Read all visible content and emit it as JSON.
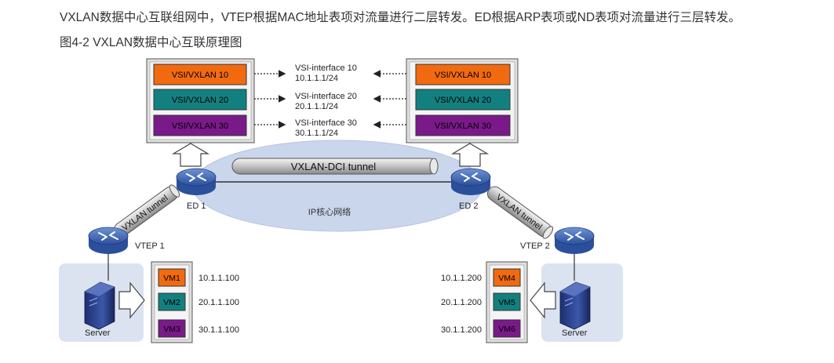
{
  "paragraph": "VXLAN数据中心互联组网中，VTEP根据MAC地址表项对流量进行二层转发。ED根据ARP表项或ND表项对流量进行三层转发。",
  "caption": "图4-2 VXLAN数据中心互联原理图",
  "colors": {
    "vxlan10": "#f26a10",
    "vxlan20": "#138080",
    "vxlan30": "#7a1a8a",
    "cloud": "#c9d6ec",
    "device": "#3a63b8",
    "server_bg": "#dbe3f1"
  },
  "left_vsi": [
    "VSI/VXLAN 10",
    "VSI/VXLAN 20",
    "VSI/VXLAN 30"
  ],
  "right_vsi": [
    "VSI/VXLAN 10",
    "VSI/VXLAN 20",
    "VSI/VXLAN 30"
  ],
  "interfaces": [
    {
      "name": "VSI-interface 10",
      "ip": "10.1.1.1/24"
    },
    {
      "name": "VSI-interface 20",
      "ip": "20.1.1.1/24"
    },
    {
      "name": "VSI-interface 30",
      "ip": "30.1.1.1/24"
    }
  ],
  "dci_tunnel": "VXLAN-DCI tunnel",
  "core_label": "IP核心网络",
  "ed1": "ED 1",
  "ed2": "ED 2",
  "vtep1": "VTEP 1",
  "vtep2": "VTEP 2",
  "left_tunnel": "VXLAN tunnel",
  "right_tunnel": "VXLAN tunnel",
  "server_left": "Server",
  "server_right": "Server",
  "left_vms": [
    {
      "name": "VM1",
      "ip": "10.1.1.100"
    },
    {
      "name": "VM2",
      "ip": "20.1.1.100"
    },
    {
      "name": "VM3",
      "ip": "30.1.1.100"
    }
  ],
  "right_vms": [
    {
      "name": "VM4",
      "ip": "10.1.1.200"
    },
    {
      "name": "VM5",
      "ip": "20.1.1.200"
    },
    {
      "name": "VM6",
      "ip": "30.1.1.200"
    }
  ]
}
